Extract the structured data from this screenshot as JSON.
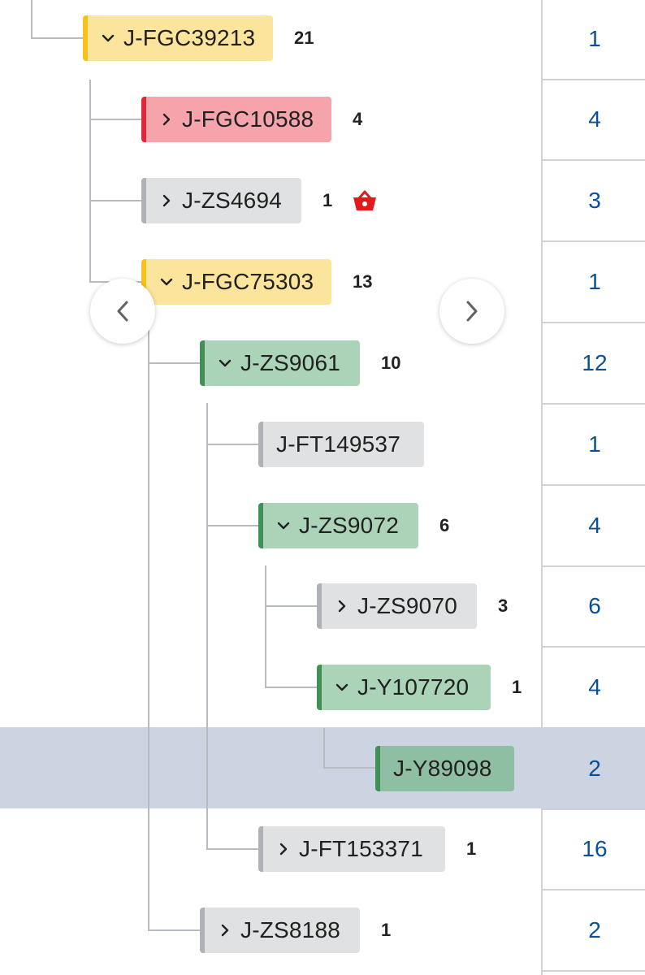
{
  "tree": {
    "nodes": [
      {
        "id": "J-FGC39213",
        "count": "21",
        "color": "yellow",
        "icon": "chevron-down-icon"
      },
      {
        "id": "J-FGC10588",
        "count": "4",
        "color": "red",
        "icon": "chevron-right-icon"
      },
      {
        "id": "J-ZS4694",
        "count": "1",
        "color": "grey",
        "icon": "chevron-right-icon",
        "extra_icon": "basket-icon"
      },
      {
        "id": "J-FGC75303",
        "count": "13",
        "color": "yellow",
        "icon": "chevron-down-icon"
      },
      {
        "id": "J-ZS9061",
        "count": "10",
        "color": "green",
        "icon": "chevron-down-icon"
      },
      {
        "id": "J-FT149537",
        "count": "",
        "color": "grey",
        "icon": ""
      },
      {
        "id": "J-ZS9072",
        "count": "6",
        "color": "green",
        "icon": "chevron-down-icon"
      },
      {
        "id": "J-ZS9070",
        "count": "3",
        "color": "grey",
        "icon": "chevron-right-icon"
      },
      {
        "id": "J-Y107720",
        "count": "1",
        "color": "green",
        "icon": "chevron-down-icon"
      },
      {
        "id": "J-Y89098",
        "count": "",
        "color": "green",
        "icon": "",
        "selected": true
      },
      {
        "id": "J-FT153371",
        "count": "1",
        "color": "grey",
        "icon": "chevron-right-icon"
      },
      {
        "id": "J-ZS8188",
        "count": "1",
        "color": "grey",
        "icon": "chevron-right-icon"
      }
    ]
  },
  "right_column": {
    "values": [
      "1",
      "4",
      "3",
      "1",
      "12",
      "1",
      "4",
      "6",
      "4",
      "2",
      "16",
      "2"
    ]
  },
  "nav": {
    "prev_icon": "chevron-left-icon",
    "next_icon": "chevron-right-icon"
  },
  "colors": {
    "yellow": "#fbe49b",
    "yellow_accent": "#f5c11a",
    "red": "#f5a4ab",
    "red_accent": "#e0283b",
    "grey": "#e0e1e2",
    "grey_accent": "#aeb2b7",
    "green": "#abd3b7",
    "green_accent": "#3f8f57",
    "selected_row": "#cdd4e1",
    "count_text": "#0b4f9c",
    "basket_icon": "#e11b1b"
  }
}
